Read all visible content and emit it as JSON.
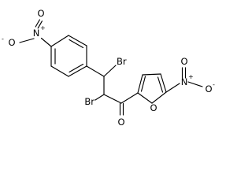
{
  "molecule": {
    "atoms": {
      "o_phenyl_nitro_top": "O",
      "n_phenyl_nitro": "N",
      "n_phenyl_nitro_charge": "+",
      "o_phenyl_nitro_left": "O",
      "o_phenyl_nitro_left_charge": "-",
      "br_upper": "Br",
      "br_lower": "Br",
      "o_carbonyl": "O",
      "o_furan": "O",
      "n_furan_nitro": "N",
      "n_furan_nitro_charge": "+",
      "o_furan_nitro_top": "O",
      "o_furan_nitro_right": "O",
      "o_furan_nitro_right_charge": "-"
    }
  }
}
